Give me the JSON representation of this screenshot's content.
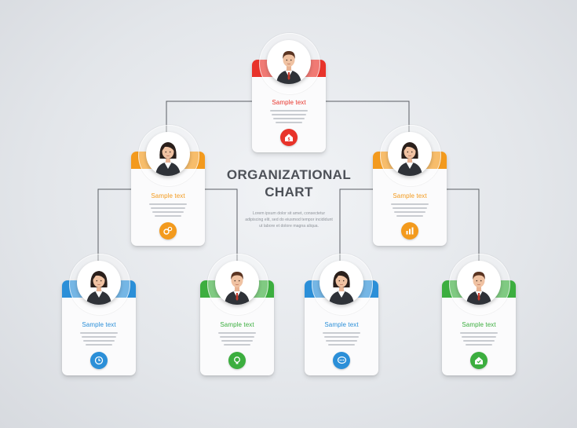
{
  "heading": {
    "line1": "ORGANIZATIONAL",
    "line2": "CHART"
  },
  "lorem": "Lorem ipsum dolor sit amet, consectetur adipiscing elit, sed do eiusmod tempor incididunt ut labore et dolore magna aliqua.",
  "nodes": [
    {
      "id": "top",
      "title": "Sample text",
      "color": "#e8332a",
      "person": "man",
      "icon": "home-dollar-icon"
    },
    {
      "id": "left",
      "title": "Sample text",
      "color": "#f39a1d",
      "person": "woman",
      "icon": "gears-icon"
    },
    {
      "id": "right",
      "title": "Sample text",
      "color": "#f39a1d",
      "person": "woman",
      "icon": "bar-chart-icon"
    },
    {
      "id": "bottom-1",
      "title": "Sample text",
      "color": "#2b8fd8",
      "person": "woman",
      "icon": "clock-icon"
    },
    {
      "id": "bottom-2",
      "title": "Sample text",
      "color": "#3cae3f",
      "person": "man",
      "icon": "lightbulb-icon"
    },
    {
      "id": "bottom-3",
      "title": "Sample text",
      "color": "#2b8fd8",
      "person": "woman",
      "icon": "chat-icon"
    },
    {
      "id": "bottom-4",
      "title": "Sample text",
      "color": "#3cae3f",
      "person": "man",
      "icon": "house-check-icon"
    }
  ]
}
